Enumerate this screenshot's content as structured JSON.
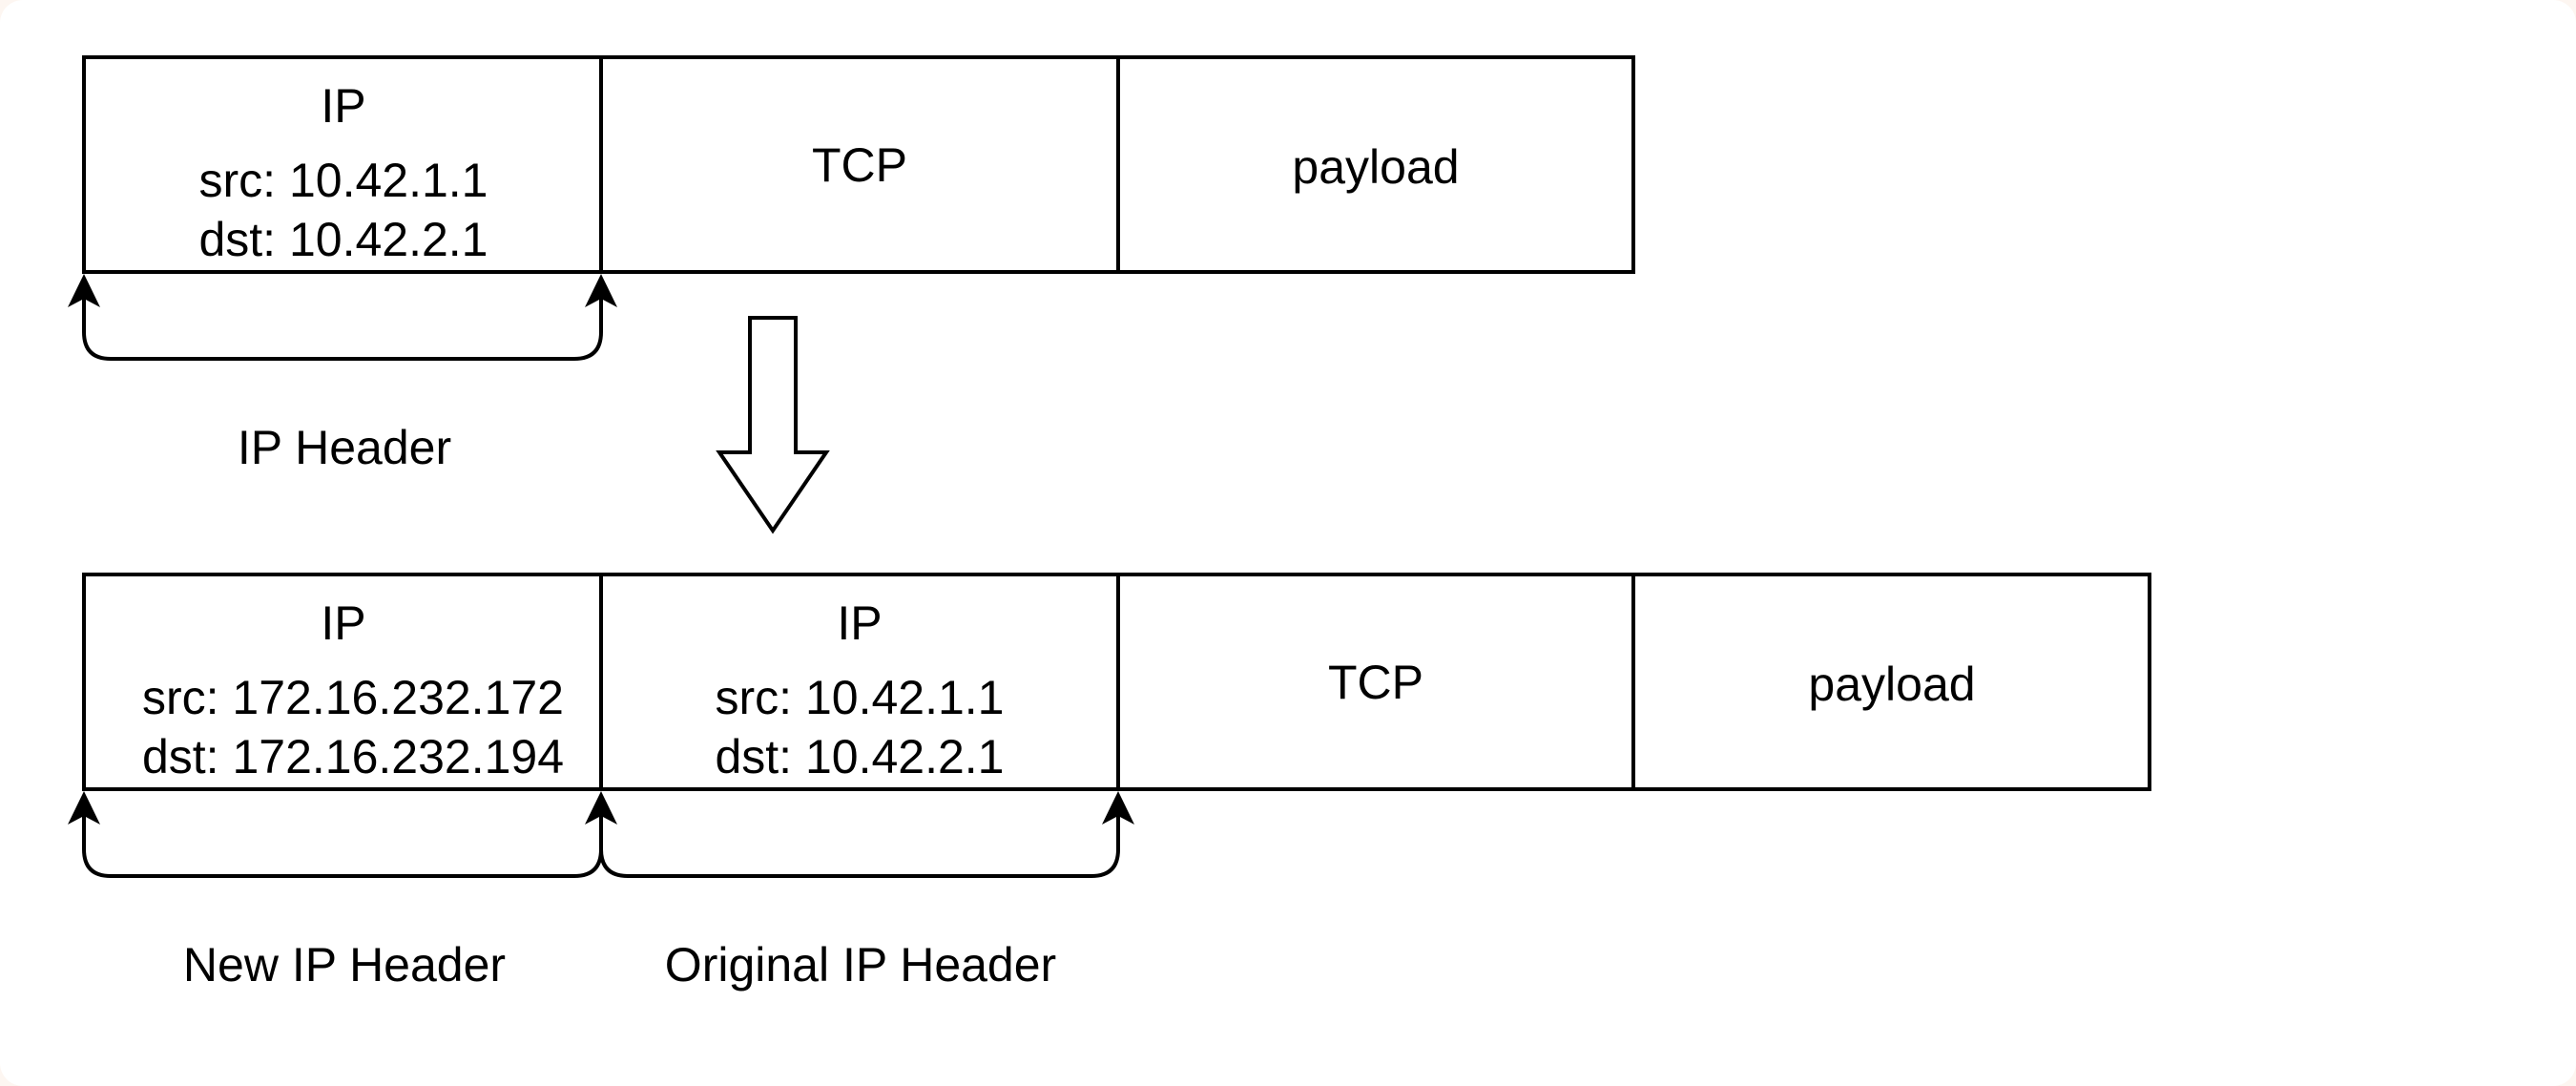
{
  "top_packet": {
    "ip_cell": {
      "title": "IP",
      "src": "src: 10.42.1.1",
      "dst": "dst: 10.42.2.1"
    },
    "tcp_label": "TCP",
    "payload_label": "payload",
    "ip_header_label": "IP Header"
  },
  "bottom_packet": {
    "new_ip_cell": {
      "title": "IP",
      "src": "src: 172.16.232.172",
      "dst": "dst: 172.16.232.194"
    },
    "orig_ip_cell": {
      "title": "IP",
      "src": "src: 10.42.1.1",
      "dst": "dst: 10.42.2.1"
    },
    "tcp_label": "TCP",
    "payload_label": "payload",
    "new_ip_header_label": "New IP Header",
    "original_ip_header_label": "Original IP Header"
  },
  "colors": {
    "stroke": "#000000",
    "box_fill": "#ffffff",
    "page_background": "#fdf6f1"
  }
}
